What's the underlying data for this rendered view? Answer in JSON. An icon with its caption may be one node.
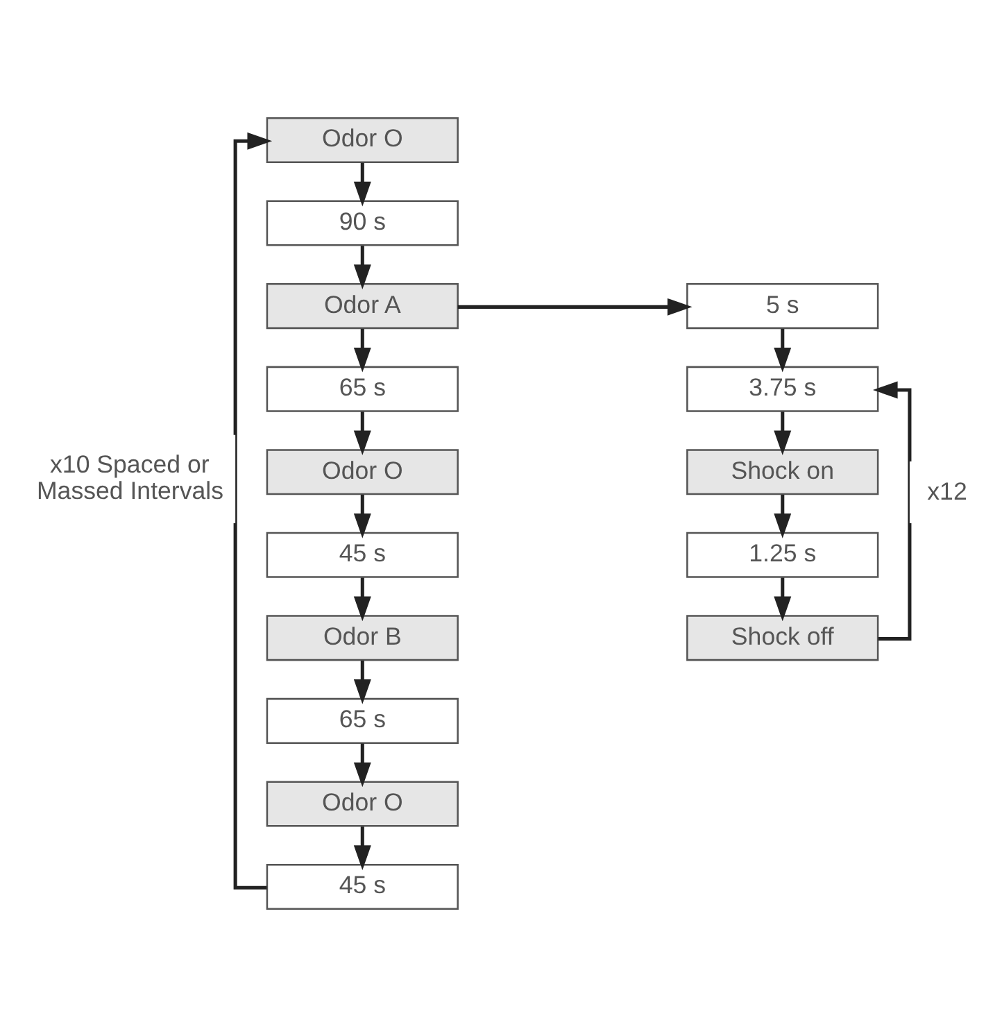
{
  "diagram": {
    "nodes": [
      {
        "text": [
          "Odor O"
        ]
      },
      {
        "text": [
          "90 s"
        ]
      },
      {
        "text": [
          "Odor A"
        ]
      },
      {
        "text": [
          "65 s"
        ]
      },
      {
        "text": [
          "Odor O"
        ]
      },
      {
        "text": [
          "45 s"
        ]
      },
      {
        "text": [
          "Odor B"
        ]
      },
      {
        "text": [
          "65 s"
        ]
      },
      {
        "text": [
          "Odor O"
        ]
      },
      {
        "text": [
          "45 s"
        ]
      },
      {
        "text": [
          "5 s"
        ]
      },
      {
        "text": [
          "3.75 s"
        ]
      },
      {
        "text": [
          "Shock on"
        ]
      },
      {
        "text": [
          "1.25 s"
        ]
      },
      {
        "text": [
          "Shock off"
        ]
      }
    ],
    "edges": [
      {
        "from": 0,
        "to": 1,
        "arrow": "to"
      },
      {
        "from": 1,
        "to": 2,
        "arrow": "to"
      },
      {
        "from": 2,
        "to": 3,
        "arrow": "to"
      },
      {
        "from": 3,
        "to": 4,
        "arrow": "to"
      },
      {
        "from": 4,
        "to": 5,
        "arrow": "to"
      },
      {
        "from": 5,
        "to": 6,
        "arrow": "to"
      },
      {
        "from": 6,
        "to": 7,
        "arrow": "to"
      },
      {
        "from": 7,
        "to": 8,
        "arrow": "to"
      },
      {
        "from": 8,
        "to": 9,
        "arrow": "to"
      },
      {
        "from": 9,
        "to": 0,
        "arrow": "to",
        "label": "x10 Spaced or Massed Intervals"
      },
      {
        "from": 2,
        "to": 10,
        "arrow": "to"
      },
      {
        "from": 10,
        "to": 11,
        "arrow": "to"
      },
      {
        "from": 11,
        "to": 12,
        "arrow": "to"
      },
      {
        "from": 12,
        "to": 13,
        "arrow": "to"
      },
      {
        "from": 13,
        "to": 14,
        "arrow": "to"
      },
      {
        "from": 14,
        "to": 11,
        "arrow": "to",
        "label": "x12"
      }
    ]
  }
}
